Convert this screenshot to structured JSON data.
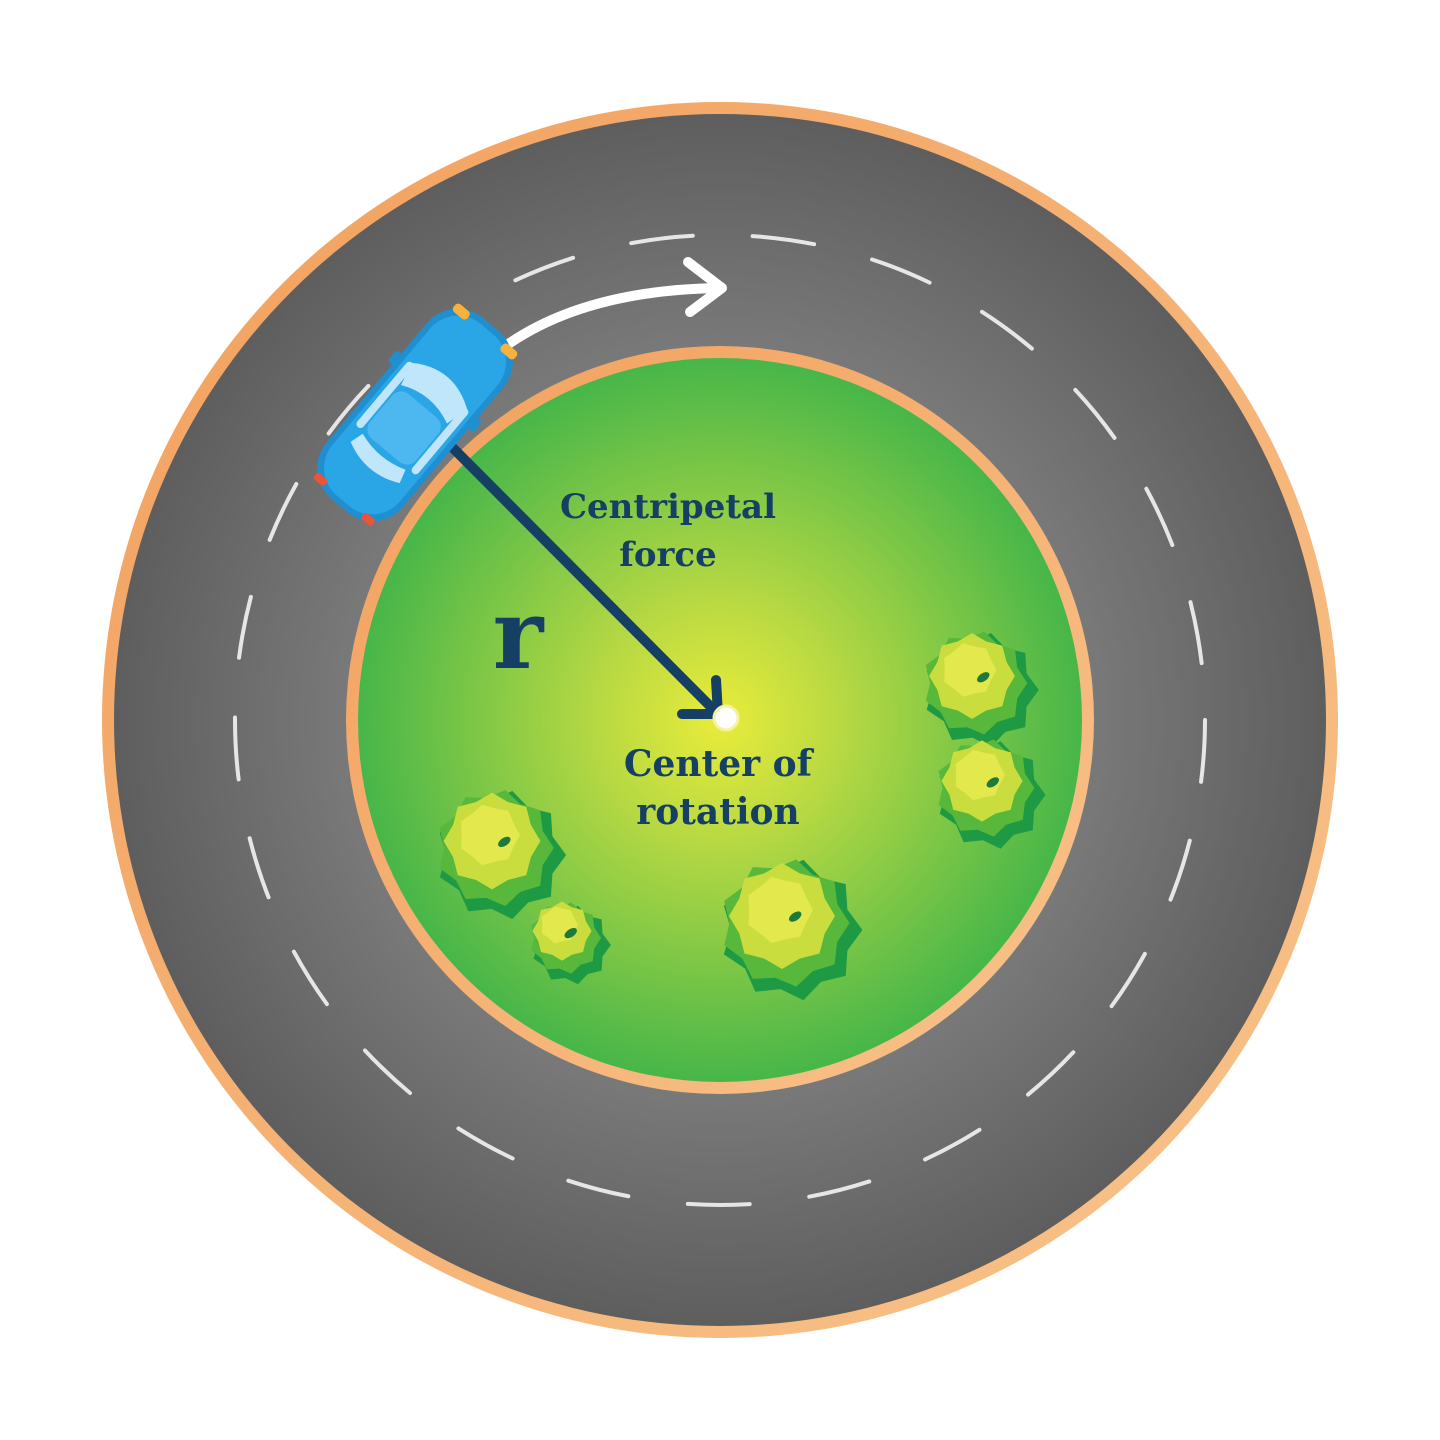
{
  "labels": {
    "force_line1": "Centripetal",
    "force_line2": "force",
    "radius_symbol": "r",
    "center_line1": "Center of",
    "center_line2": "rotation"
  },
  "icons": {
    "vehicle": "car-icon",
    "motion": "curved-arrow-icon",
    "vegetation": "bush-icon"
  },
  "colors": {
    "road": "#6b6b6b",
    "curb": "#f0a66a",
    "grass_center": "#e6ea3e",
    "grass_edge": "#4db848",
    "arrow_force": "#163f64",
    "car_body": "#2a9fe0",
    "text": "#163f64",
    "lane_marking": "#e6e6e6",
    "motion_arrow": "#ffffff"
  }
}
